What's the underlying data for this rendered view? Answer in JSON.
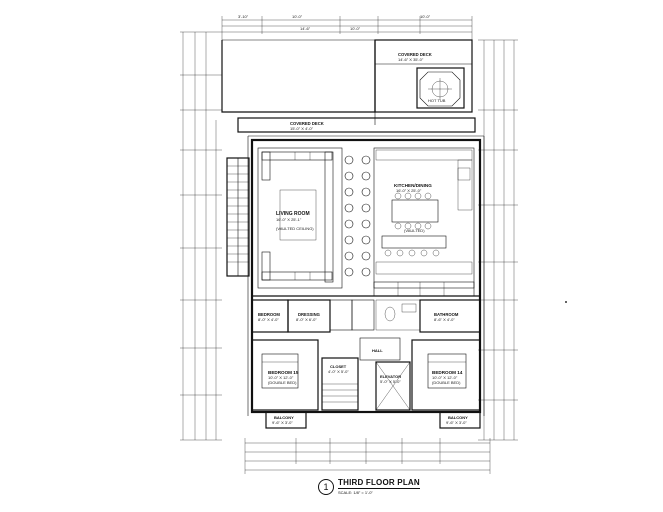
{
  "plan": {
    "title": "THIRD FLOOR PLAN",
    "number": "1",
    "scale": "SCALE: 1/8\" = 1'-0\""
  },
  "rooms": {
    "covered_deck_top": {
      "name": "COVERED DECK",
      "size": "14'-6\" X 35'-0\""
    },
    "covered_deck_mid": {
      "name": "COVERED DECK",
      "size": "15'-0\" X 4'-0\""
    },
    "living_room": {
      "name": "LIVING ROOM",
      "size": "16'-0\" X 25'-1\"",
      "note": "(VAULTED CEILING)"
    },
    "kitchen_dining": {
      "name": "KITCHEN/DINING",
      "size": "16'-0\" X 25'-0\"",
      "note": "(VAULTED)"
    },
    "bedroom_left": {
      "name": "BEDROOM",
      "size": "8'-0\" X 4'-0\""
    },
    "dressing": {
      "name": "DRESSING",
      "size": "8'-0\" X 6'-0\""
    },
    "bathroom_right": {
      "name": "BATHROOM",
      "size": "8'-6\" X 4'-0\""
    },
    "bedroom_15": {
      "name": "BEDROOM 15",
      "size": "10'-0\" X 12'-0\"",
      "note": "(DOUBLE BED)"
    },
    "bedroom_14": {
      "name": "BEDROOM 14",
      "size": "10'-0\" X 12'-0\"",
      "note": "(DOUBLE BED)"
    },
    "elevator": {
      "name": "ELEVATOR",
      "size": "5'-0\" X 5'-0\""
    },
    "closet": {
      "name": "CLOSET",
      "size": "4'-0\" X 5'-0\""
    },
    "hall": {
      "name": "HALL"
    },
    "balcony_left": {
      "name": "BALCONY",
      "size": "9'-6\" X 3'-0\""
    },
    "balcony_right": {
      "name": "BALCONY",
      "size": "9'-6\" X 3'-0\""
    },
    "hot_tub": {
      "name": "HOT TUB"
    }
  }
}
